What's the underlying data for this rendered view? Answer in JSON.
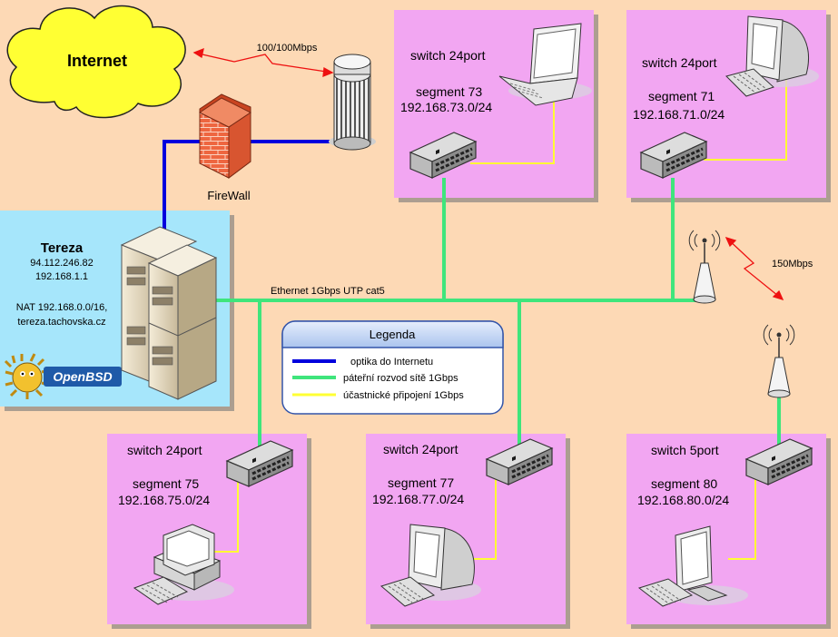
{
  "colors": {
    "background": "#fdd9b5",
    "segment_box": "#f2a6f2",
    "server_box": "#a6e6fb",
    "fiber": "#0000dd",
    "backbone": "#3fe57c",
    "access": "#ffff33",
    "wireless": "#ee1111",
    "cloud": "#ffff33",
    "firewall": "#ee6640"
  },
  "internet": {
    "label": "Internet",
    "icon": "cloud-icon"
  },
  "uplink": {
    "speed": "100/100Mbps"
  },
  "firewall": {
    "label": "FireWall",
    "icon": "brick-wall-icon"
  },
  "router": {
    "icon": "router-cylinder-icon"
  },
  "server": {
    "name": "Tereza",
    "ip_public": "94.112.246.82",
    "ip_local": "192.168.1.1",
    "nat": "NAT 192.168.0.0/16,",
    "hostname": "tereza.tachovska.cz",
    "logo": "OpenBSD",
    "icon": "server-tower-icon"
  },
  "backbone_label": "Ethernet 1Gbps UTP cat5",
  "wireless": {
    "speed": "150Mbps",
    "icon": "antenna-icon"
  },
  "legend": {
    "title": "Legenda",
    "items": [
      {
        "label": "optika do Internetu",
        "color": "#0000dd"
      },
      {
        "label": "páteřní rozvod sítě 1Gbps",
        "color": "#3fe57c"
      },
      {
        "label": "účastnické připojení 1Gbps",
        "color": "#ffff33"
      }
    ]
  },
  "segments": [
    {
      "title": "switch 24port",
      "segment": "segment 73",
      "subnet": "192.168.73.0/24",
      "device": "laptop-icon"
    },
    {
      "title": "switch 24port",
      "segment": "segment 71",
      "subnet": "192.168.71.0/24",
      "device": "desktop-crt-icon"
    },
    {
      "title": "switch 24port",
      "segment": "segment 75",
      "subnet": "192.168.75.0/24",
      "device": "desktop-pc-icon"
    },
    {
      "title": "switch 24port",
      "segment": "segment 77",
      "subnet": "192.168.77.0/24",
      "device": "desktop-crt-icon"
    },
    {
      "title": "switch 5port",
      "segment": "segment 80",
      "subnet": "192.168.80.0/24",
      "device": "flat-monitor-icon"
    }
  ]
}
